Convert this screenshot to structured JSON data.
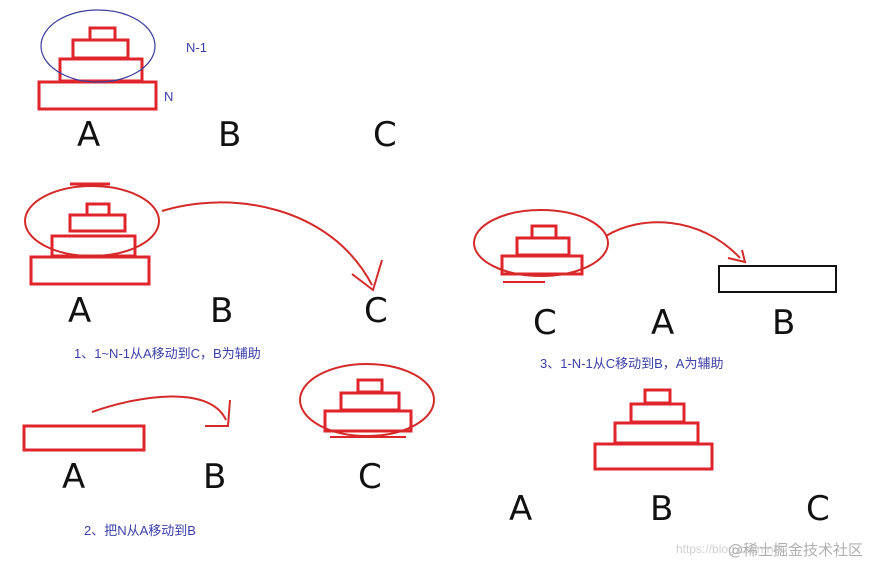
{
  "pegs": {
    "s0": {
      "a": "A",
      "b": "B",
      "c": "C"
    },
    "s1": {
      "a": "A",
      "b": "B",
      "c": "C"
    },
    "s2": {
      "a": "A",
      "b": "B",
      "c": "C"
    },
    "s3": {
      "c": "C",
      "a": "A",
      "b": "B"
    },
    "s4": {
      "a": "A",
      "b": "B",
      "c": "C"
    }
  },
  "labels": {
    "n_minus_1": "N-1",
    "n": "N"
  },
  "steps": {
    "step1": "1、1~N-1从A移动到C，B为辅助",
    "step2": "2、把N从A移动到B",
    "step3": "3、1-N-1从C移动到B，A为辅助"
  },
  "watermark": {
    "url": "https://blog.csdn.net",
    "text": "@稀土掘金技术社区"
  },
  "colors": {
    "disk": "#e0242b",
    "circle_top": "#3b3f9c",
    "circle": "#d42a2a",
    "text": "#3b3fa8"
  }
}
